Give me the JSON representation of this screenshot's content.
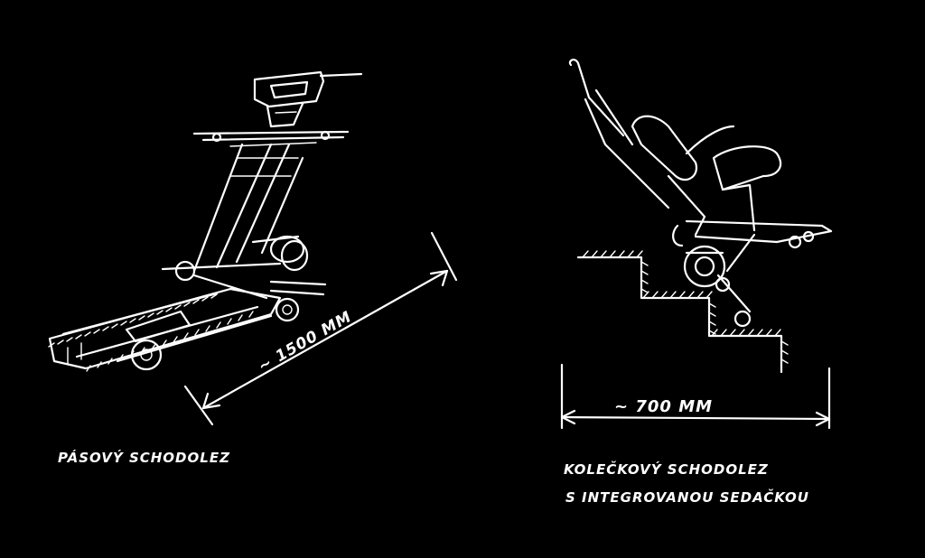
{
  "left_figure": {
    "dimension_label": "~ 1500 MM",
    "caption": "PÁSOVÝ SCHODOLEZ"
  },
  "right_figure": {
    "dimension_label": "~ 700 MM",
    "caption_line1": "KOLEČKOVÝ SCHODOLEZ",
    "caption_line2": "S INTEGROVANOU SEDAČKOU"
  },
  "colors": {
    "background": "#000000",
    "ink": "#ffffff"
  }
}
